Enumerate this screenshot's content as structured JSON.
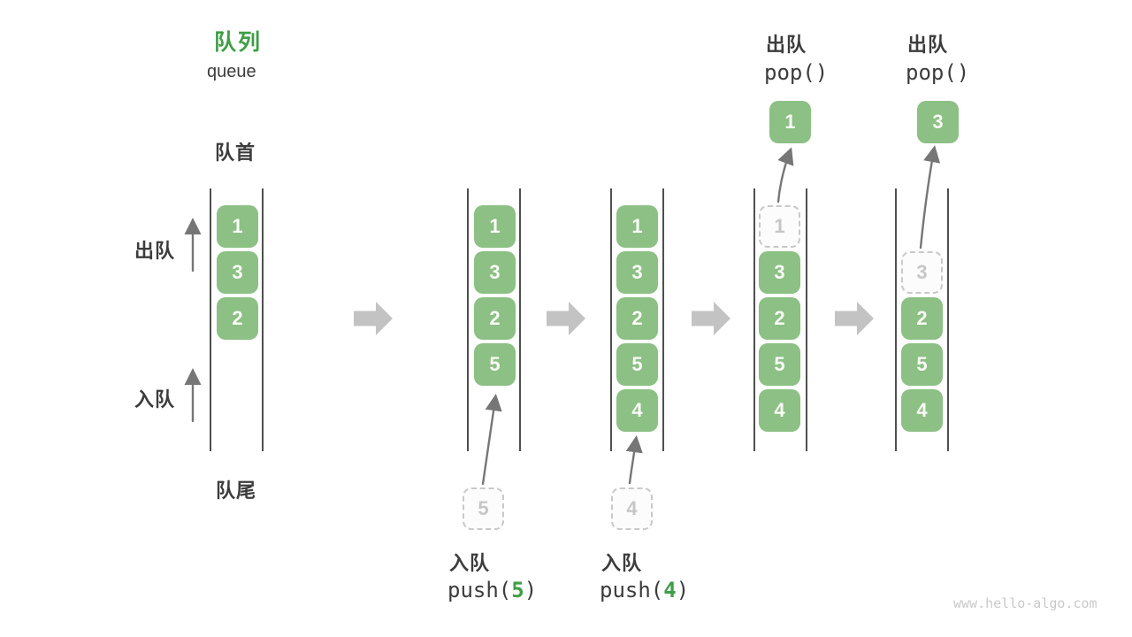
{
  "header": {
    "title_zh": "队列",
    "title_en": "queue"
  },
  "side_labels": {
    "front": "队首",
    "rear": "队尾",
    "dequeue": "出队",
    "enqueue": "入队"
  },
  "watermark": "www.hello-algo.com",
  "colors": {
    "box_green": "#8CC084",
    "accent_green": "#3F9E46",
    "text_dark": "#3C3C3C",
    "block_arrow_gray": "#C3C3C3",
    "dashed_border_gray": "#C9C9C9",
    "thin_arrow_gray": "#767676"
  },
  "icons": {
    "flow_arrow": "block-right-arrow",
    "up_arrow": "thin-up-arrow",
    "curved_arrow": "curved-up-arrow"
  },
  "stages": [
    {
      "name": "initial-queue",
      "slots": {
        "s1": "1",
        "s2": "3",
        "s3": "2"
      }
    },
    {
      "name": "after-push-5",
      "slots": {
        "s1": "1",
        "s2": "3",
        "s3": "2",
        "s4": "5"
      },
      "pending": "5",
      "op_label": "入队",
      "op_fn": "push(",
      "op_arg": "5",
      "op_close": ")"
    },
    {
      "name": "after-push-4",
      "slots": {
        "s1": "1",
        "s2": "3",
        "s3": "2",
        "s4": "5",
        "s5": "4"
      },
      "pending": "4",
      "op_label": "入队",
      "op_fn": "push(",
      "op_arg": "4",
      "op_close": ")"
    },
    {
      "name": "after-pop-1",
      "slots": {
        "s1_ghost": "1",
        "s2": "3",
        "s3": "2",
        "s4": "5",
        "s5": "4"
      },
      "popped": "1",
      "op_label": "出队",
      "op_fn": "pop()"
    },
    {
      "name": "after-pop-3",
      "slots": {
        "s2_ghost": "3",
        "s3": "2",
        "s4": "5",
        "s5": "4"
      },
      "popped": "3",
      "op_label": "出队",
      "op_fn": "pop()"
    }
  ]
}
